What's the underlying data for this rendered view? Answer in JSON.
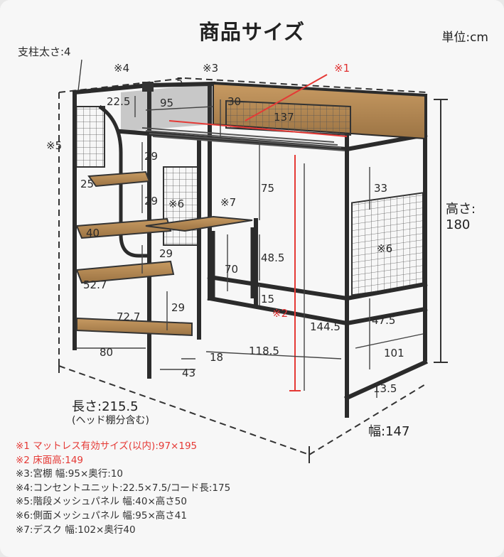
{
  "title": "商品サイズ",
  "unit": "単位:cm",
  "labels": {
    "pillar": "支柱太さ:4",
    "ref4": "※4",
    "ref3": "※3",
    "ref1": "※1",
    "ref5": "※5",
    "ref6a": "※6",
    "ref6b": "※6",
    "ref7": "※7",
    "ref2": "※2",
    "height_label": "高さ:",
    "height_value": "180",
    "length_label": "長さ:215.5",
    "length_note": "(ヘッド棚分含む)",
    "width_label": "幅:147"
  },
  "dims": {
    "d5": "5",
    "d22_5": "22.5",
    "d95": "95",
    "d30": "30",
    "d137": "137",
    "d29a": "29",
    "d25": "25",
    "d29b": "29",
    "d75": "75",
    "d33": "33",
    "d40": "40",
    "d29c": "29",
    "d48_5": "48.5",
    "d70": "70",
    "d52_7": "52.7",
    "d15": "15",
    "d29d": "29",
    "d72_7": "72.7",
    "d144_5": "144.5",
    "d47_5": "47.5",
    "d80": "80",
    "d18": "18",
    "d118_5": "118.5",
    "d101": "101",
    "d43": "43",
    "d13_5": "13.5"
  },
  "notes": [
    {
      "text": "※1 マットレス有効サイズ(以内):97×195",
      "red": true
    },
    {
      "text": "※2 床面高:149",
      "red": true
    },
    {
      "text": "※3:宮棚 幅:95×奥行:10",
      "red": false
    },
    {
      "text": "※4:コンセントユニット:22.5×7.5/コード長:175",
      "red": false
    },
    {
      "text": "※5:階段メッシュパネル 幅:40×高さ50",
      "red": false
    },
    {
      "text": "※6:側面メッシュパネル 幅:95×高さ41",
      "red": false
    },
    {
      "text": "※7:デスク 幅:102×奥行40",
      "red": false
    }
  ],
  "colors": {
    "frame": "#2b2b2b",
    "wood": "#b08552",
    "accent_red": "#e53935",
    "dim_line": "#444444"
  }
}
